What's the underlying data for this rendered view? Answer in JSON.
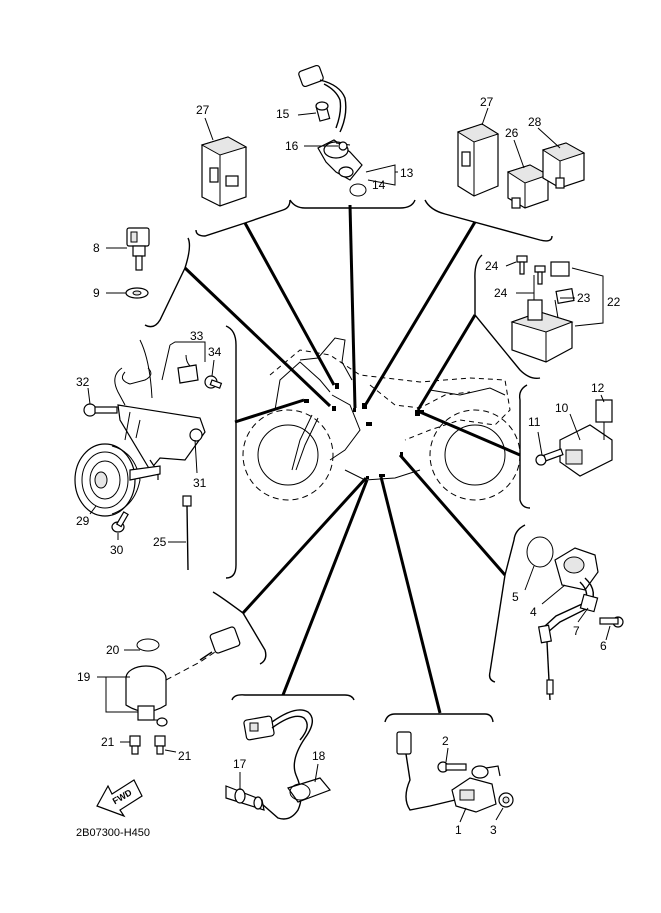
{
  "diagram_code": "2B07300-H450",
  "fwd_label": "FWD",
  "part_numbers": {
    "p1": "1",
    "p2": "2",
    "p3": "3",
    "p4": "4",
    "p5": "5",
    "p6": "6",
    "p7": "7",
    "p8": "8",
    "p9": "9",
    "p10": "10",
    "p11": "11",
    "p12": "12",
    "p13": "13",
    "p14": "14",
    "p15": "15",
    "p16": "16",
    "p17": "17",
    "p18": "18",
    "p19": "19",
    "p20": "20",
    "p21": "21",
    "p22": "22",
    "p23": "23",
    "p24": "24",
    "p25": "25",
    "p26": "26",
    "p27": "27",
    "p28": "28",
    "p29": "29",
    "p30": "30",
    "p31": "31",
    "p32": "32",
    "p33": "33",
    "p34": "34"
  },
  "icons": [
    "relay-icon",
    "sensor-icon",
    "horn-icon",
    "bolt-icon",
    "washer-icon",
    "o-ring-icon",
    "cable-tie-icon",
    "fwd-arrow-icon",
    "motorcycle-icon",
    "coupler-icon",
    "bracket-icon",
    "solenoid-icon"
  ]
}
